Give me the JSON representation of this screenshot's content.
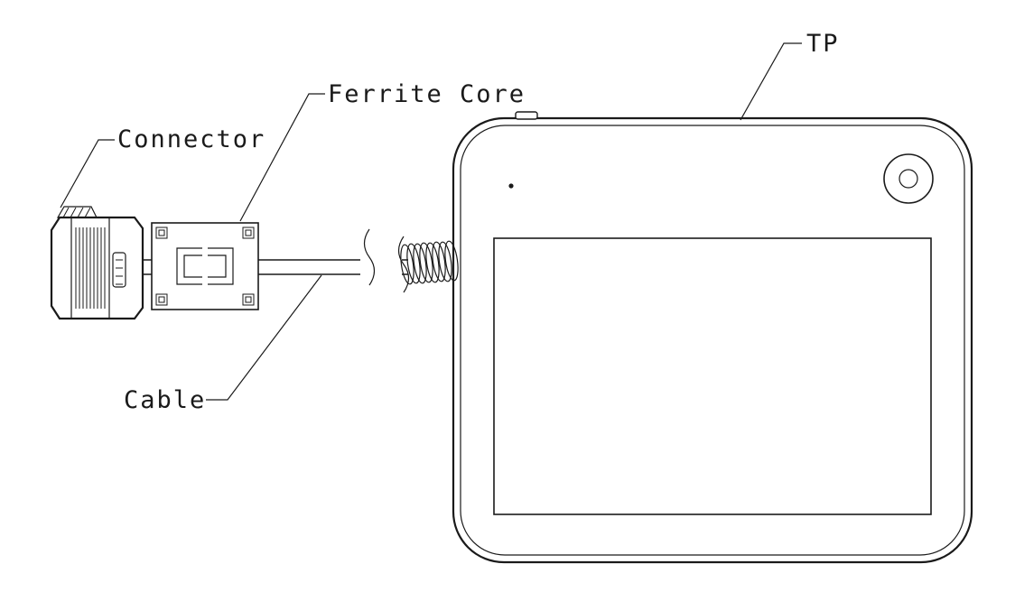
{
  "diagram": {
    "labels": {
      "connector": "Connector",
      "ferrite_core": "Ferrite Core",
      "cable": "Cable",
      "tp": "TP"
    },
    "colors": {
      "line": "#1a1a1a",
      "background": "#ffffff"
    }
  }
}
